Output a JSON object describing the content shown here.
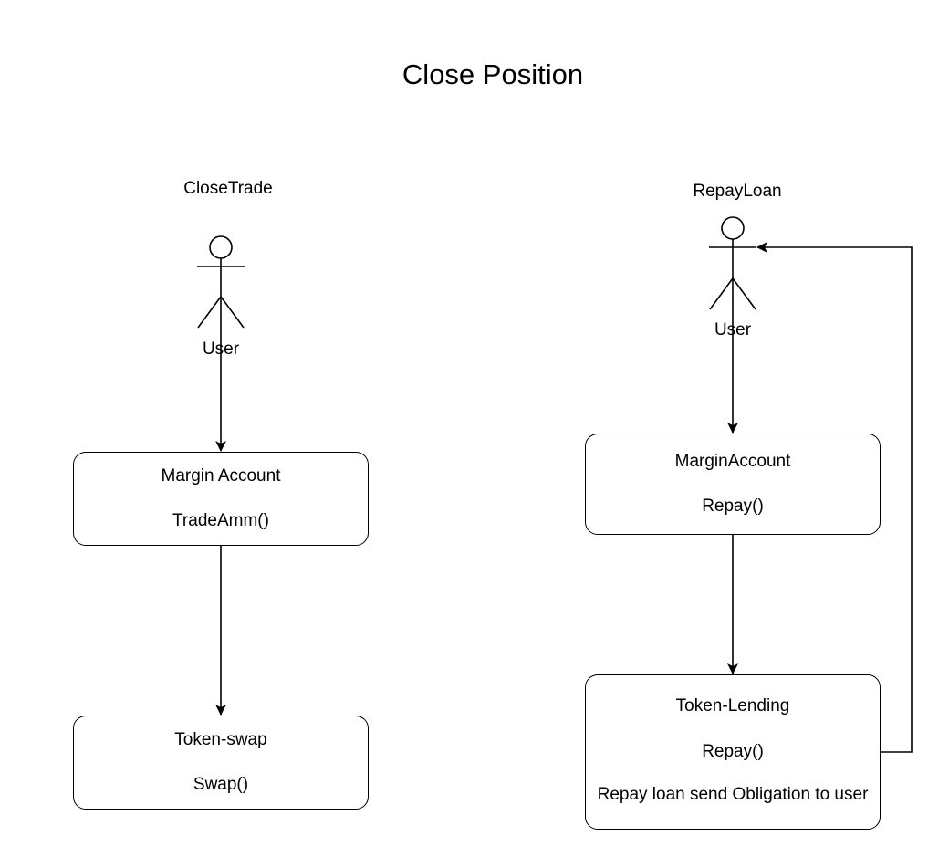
{
  "title": "Close Position",
  "left_flow": {
    "heading": "CloseTrade",
    "actor_label": "User",
    "box1": {
      "title": "Margin Account",
      "method": "TradeAmm()"
    },
    "box2": {
      "title": "Token-swap",
      "method": "Swap()"
    }
  },
  "right_flow": {
    "heading": "RepayLoan",
    "actor_label": "User",
    "box1": {
      "title": "MarginAccount",
      "method": "Repay()"
    },
    "box2": {
      "title": "Token-Lending",
      "method": "Repay()",
      "note": "Repay loan send Obligation to user"
    }
  }
}
